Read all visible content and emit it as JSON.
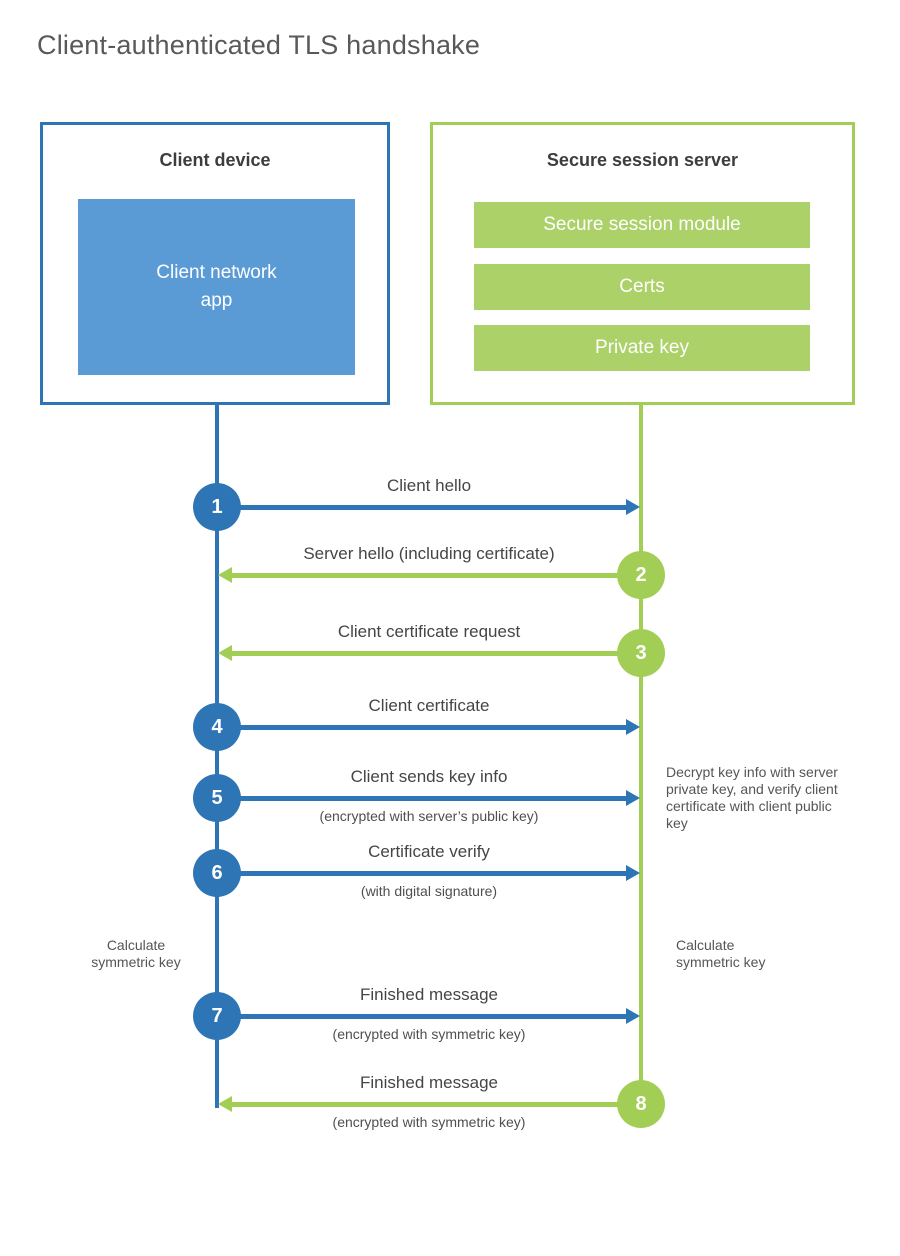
{
  "title": "Client-authenticated TLS handshake",
  "colors": {
    "client_accent": "#2E75B6",
    "client_fill": "#5B9BD5",
    "server_accent": "#A3CE56",
    "server_fill": "#ACD169",
    "text_dark": "#3d3d3d",
    "text_label": "#454545"
  },
  "client": {
    "title": "Client device",
    "app_label": "Client network app"
  },
  "server": {
    "title": "Secure session server",
    "modules": [
      "Secure session module",
      "Certs",
      "Private key"
    ]
  },
  "steps": [
    {
      "num": "1",
      "from": "client",
      "to": "server",
      "label": "Client hello",
      "sub": ""
    },
    {
      "num": "2",
      "from": "server",
      "to": "client",
      "label": "Server hello (including certificate)",
      "sub": ""
    },
    {
      "num": "3",
      "from": "server",
      "to": "client",
      "label": "Client certificate request",
      "sub": ""
    },
    {
      "num": "4",
      "from": "client",
      "to": "server",
      "label": "Client certificate",
      "sub": ""
    },
    {
      "num": "5",
      "from": "client",
      "to": "server",
      "label": "Client sends key info",
      "sub": "(encrypted with server’s public key)"
    },
    {
      "num": "6",
      "from": "client",
      "to": "server",
      "label": "Certificate verify",
      "sub": "(with digital signature)"
    },
    {
      "num": "7",
      "from": "client",
      "to": "server",
      "label": "Finished message",
      "sub": "(encrypted with symmetric key)"
    },
    {
      "num": "8",
      "from": "server",
      "to": "client",
      "label": "Finished message",
      "sub": "(encrypted with symmetric key)"
    }
  ],
  "annotations": {
    "decrypt_note": "Decrypt key info with server private key, and verify client certificate with client public key",
    "calc_left": "Calculate symmetric key",
    "calc_right": "Calculate symmetric key"
  }
}
